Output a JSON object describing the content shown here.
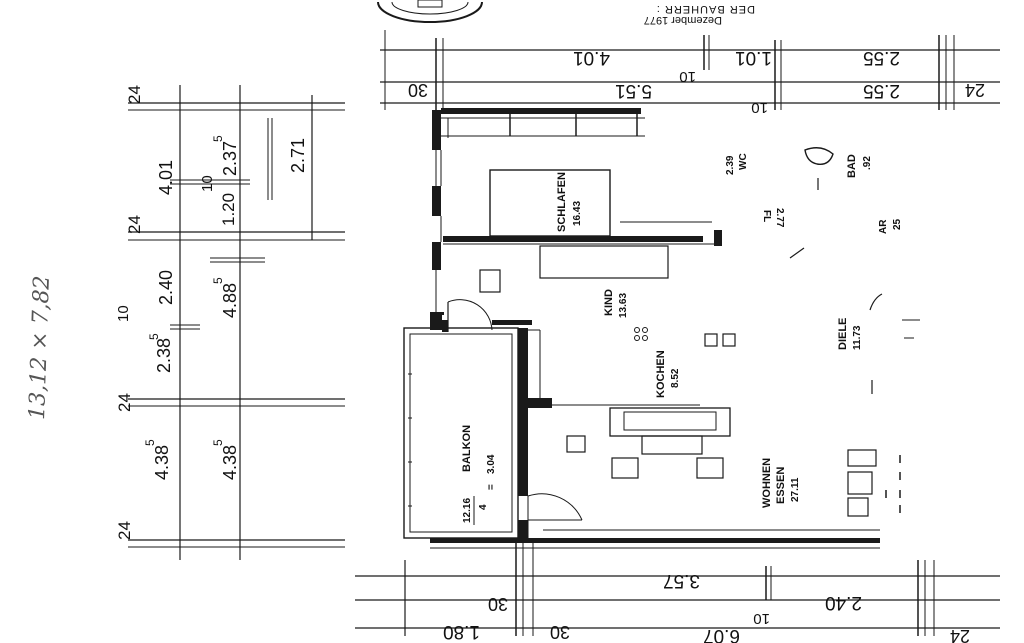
{
  "header": {
    "date": "Dezember 1977",
    "bauherr": "DER  BAUHERR :"
  },
  "pencil_note": "13,12 × 7,82",
  "left_dims": {
    "d24a": "24",
    "d401": "4.01",
    "d10a": "10",
    "d237": "2.37",
    "d237sup": "5",
    "d271": "2.71",
    "d24b": "24",
    "d120": "1.20",
    "d240": "2.40",
    "d10b": "10",
    "d238": "2.38",
    "d238sup": "5",
    "d488": "4.88",
    "d488sup": "5",
    "d24c": "24",
    "d438a": "4.38",
    "d438asup": "5",
    "d438b": "4.38",
    "d438bsup": "5",
    "d24d": "24"
  },
  "top_dims": {
    "t30": "30",
    "t401": "4.01",
    "t10a": "10",
    "t101": "1.01",
    "t255a": "2.55",
    "t551": "5.51",
    "t10b": "10",
    "t255b": "2.55",
    "t24": "24"
  },
  "bottom_dims": {
    "b30a": "30",
    "b357": "3.57",
    "b10": "10",
    "b240": "2.40",
    "b180": "1.80",
    "b30b": "30",
    "b607": "6.07",
    "b24": "24"
  },
  "rooms": {
    "schlafen": "SCHLAFEN",
    "schlafen_area": "16.43",
    "wc": "WC",
    "wc_area": "2.39",
    "bad": "BAD",
    "bad_area": ".92",
    "ar": "AR",
    "ar_area": "25",
    "fl": "FL",
    "fl_area": "2.77",
    "kind": "KIND",
    "kind_area": "13.63",
    "diele": "DIELE",
    "diele_area": "11.73",
    "kochen": "KOCHEN",
    "kochen_area": "8.52",
    "wohnen": "WOHNEN",
    "essen": "ESSEN",
    "wohnen_area": "27.11",
    "balkon": "BALKON",
    "balkon_area": "3.04",
    "balkon_total": "12.16",
    "balkon_fraction": "4",
    "balkon_eq": "="
  }
}
